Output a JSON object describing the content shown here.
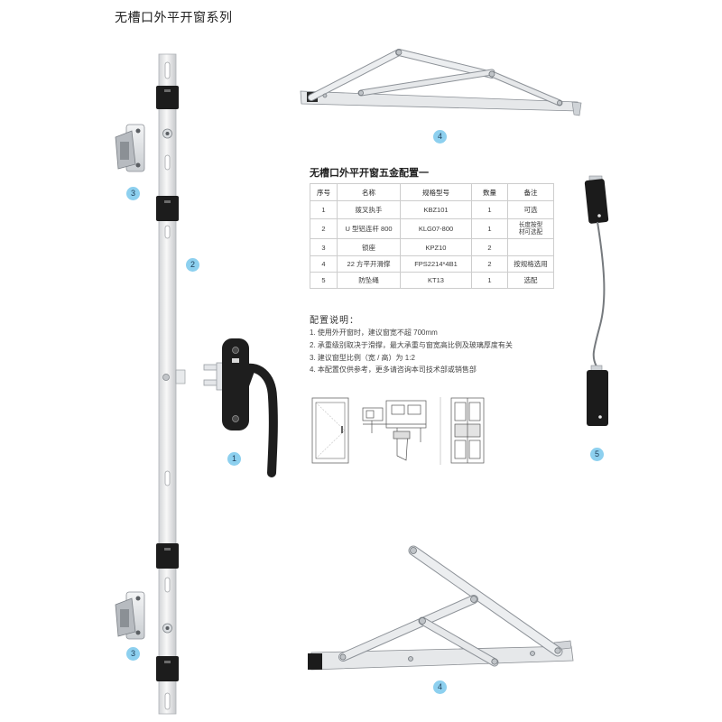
{
  "page": {
    "title": "无槽口外平开窗系列"
  },
  "callouts": {
    "keeper_top": "3",
    "rod": "2",
    "handle": "1",
    "stay_top": "4",
    "restrictor": "5",
    "keeper_bottom": "3",
    "stay_bottom": "4"
  },
  "config_table": {
    "title": "无槽口外平开窗五金配置一",
    "headers": [
      "序号",
      "名称",
      "规格型号",
      "数量",
      "备注"
    ],
    "rows": [
      [
        "1",
        "拨叉执手",
        "KBZ101",
        "1",
        "可选"
      ],
      [
        "2",
        "U 型铝连杆 800",
        "KLG07-800",
        "1",
        "长度按型\n材可选配"
      ],
      [
        "3",
        "锁座",
        "KPZ10",
        "2",
        ""
      ],
      [
        "4",
        "22 方平开滑撑",
        "FPS2214*4B1",
        "2",
        "按规格选用"
      ],
      [
        "5",
        "防坠绳",
        "KT13",
        "1",
        "选配"
      ]
    ]
  },
  "notes": {
    "heading": "配置说明：",
    "items": [
      "1. 使用外开窗时，建议窗宽不超 700mm",
      "2. 承重级别取决于滑撑，最大承重与窗宽高比例及玻璃厚度有关",
      "3. 建议窗型比例（宽 / 高）为 1:2",
      "4. 本配置仅供参考，更多请咨询本司技术部或销售部"
    ]
  },
  "colors": {
    "callout_fill": "#8dd0ef",
    "callout_text": "#1f3d57",
    "hardware_black": "#1c1c1c",
    "aluminium": "#e6e8ea"
  }
}
